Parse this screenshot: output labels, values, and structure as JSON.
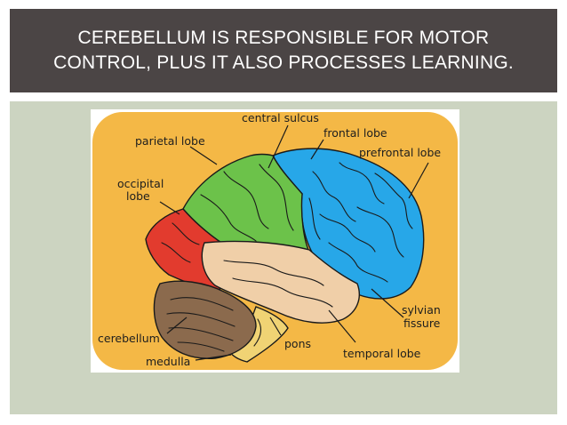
{
  "slide": {
    "title_line1": "CEREBELLUM IS RESPONSIBLE FOR MOTOR",
    "title_line2": "CONTROL, PLUS IT ALSO PROCESSES LEARNING."
  },
  "diagram": {
    "labels": {
      "central_sulcus": "central sulcus",
      "frontal_lobe": "frontal lobe",
      "parietal_lobe": "parietal lobe",
      "prefrontal_lobe": "prefrontal lobe",
      "occipital_lobe_line1": "occipital",
      "occipital_lobe_line2": "lobe",
      "sylvian_fissure_line1": "sylvian",
      "sylvian_fissure_line2": "fissure",
      "cerebellum": "cerebellum",
      "pons": "pons",
      "temporal_lobe": "temporal lobe",
      "medulla": "medulla"
    },
    "colors": {
      "background": "#f4b846",
      "frontal": "#27a7e8",
      "parietal": "#6cc24a",
      "occipital": "#e23b2e",
      "temporal": "#f0cfa8",
      "cerebellum": "#8b6a4d",
      "brainstem": "#f0d374"
    }
  }
}
